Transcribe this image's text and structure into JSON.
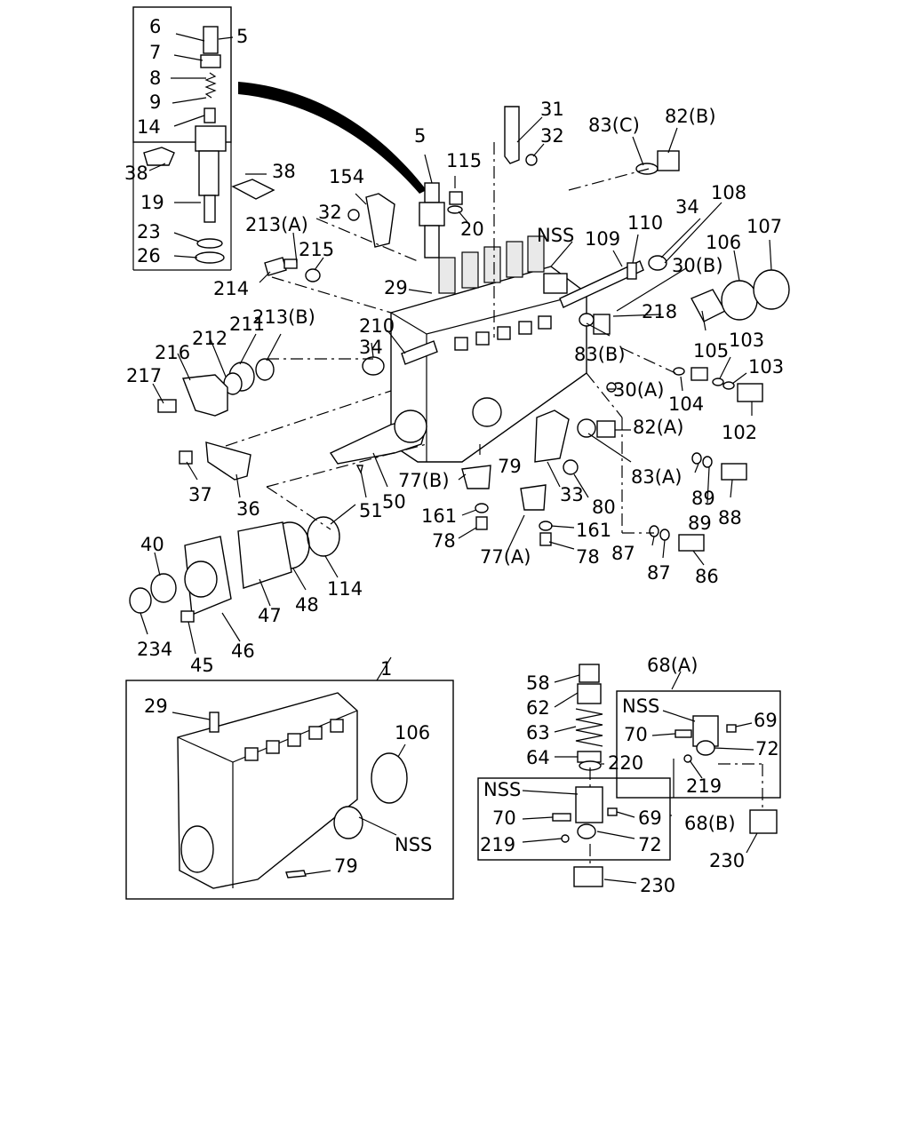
{
  "labels": {
    "top_box": [
      "5",
      "6",
      "7",
      "8",
      "9",
      "14",
      "19",
      "23",
      "26",
      "38",
      "38"
    ],
    "upper": [
      "5",
      "115",
      "20",
      "154",
      "32",
      "213(A)",
      "215",
      "214",
      "29",
      "NSS",
      "109",
      "110",
      "34",
      "108",
      "31",
      "32",
      "83(C)",
      "82(B)",
      "106",
      "107",
      "30(B)",
      "218",
      "105",
      "103",
      "103",
      "83(B)",
      "104",
      "102",
      "30(A)",
      "82(A)",
      "83(A)",
      "89",
      "89",
      "88",
      "210",
      "34",
      "213(B)",
      "211",
      "212",
      "216",
      "217",
      "37",
      "36",
      "50",
      "51",
      "79",
      "77(B)",
      "33",
      "80",
      "161",
      "78",
      "161",
      "78",
      "77(A)",
      "87",
      "87",
      "86",
      "114",
      "48",
      "47",
      "46",
      "45",
      "40",
      "234"
    ],
    "pump_box": [
      "1",
      "29",
      "106",
      "NSS",
      "79"
    ],
    "plunger_group": [
      "58",
      "62",
      "63",
      "64",
      "220",
      "68(A)",
      "NSS",
      "69",
      "70",
      "72",
      "219",
      "230",
      "NSS",
      "70",
      "69",
      "68(B)",
      "219",
      "72",
      "230"
    ]
  }
}
